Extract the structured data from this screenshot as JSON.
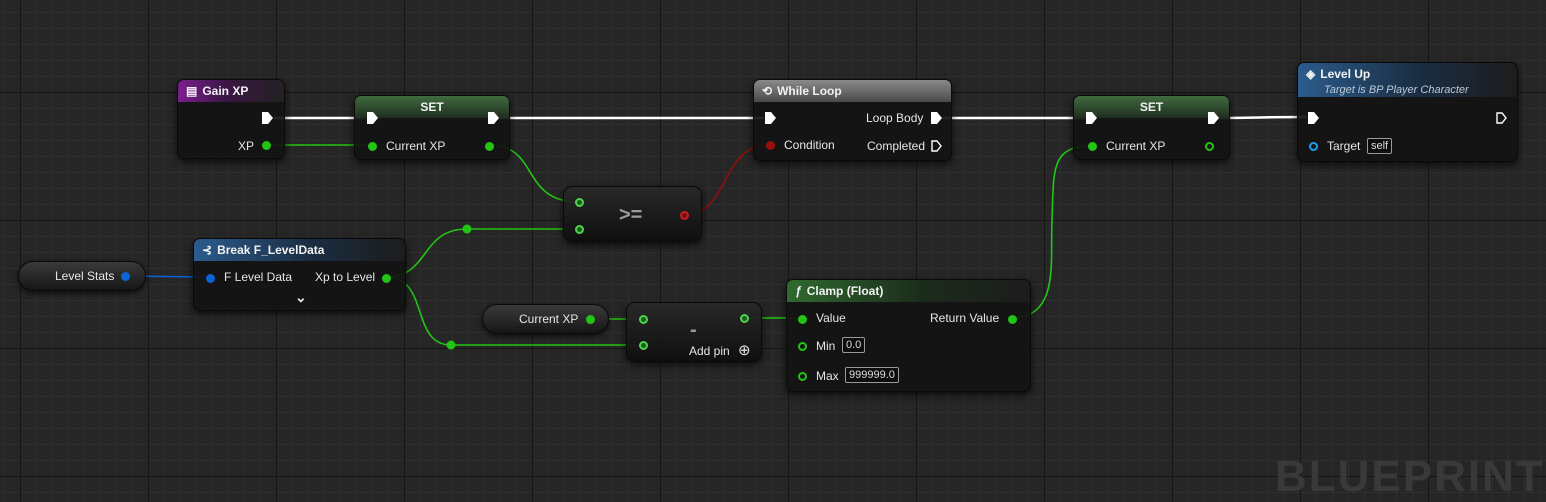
{
  "colors": {
    "exec": "#ffffff",
    "float": "#22c415",
    "struct": "#0b63d6",
    "bool": "#8d1010",
    "object": "#1ea0f0"
  },
  "nodes": {
    "gain_xp": {
      "title": "Gain XP",
      "icon": "event-icon",
      "pin_xp": "XP"
    },
    "set1": {
      "title": "SET",
      "pin_current_xp": "Current XP"
    },
    "while_loop": {
      "title": "While Loop",
      "icon": "loop-icon",
      "pin_condition": "Condition",
      "pin_loop_body": "Loop Body",
      "pin_completed": "Completed"
    },
    "set2": {
      "title": "SET",
      "pin_current_xp": "Current XP"
    },
    "level_up": {
      "title": "Level Up",
      "subtitle": "Target is BP Player Character",
      "pin_target": "Target",
      "target_value": "self"
    },
    "compare": {
      "op": ">="
    },
    "level_stats": {
      "label": "Level Stats"
    },
    "break": {
      "title": "Break F_LevelData",
      "pin_in": "F Level Data",
      "pin_out": "Xp to Level",
      "expand_glyph": "⌄"
    },
    "current_xp_var": {
      "label": "Current XP"
    },
    "subtract": {
      "op": "-",
      "add_pin": "Add pin"
    },
    "clamp": {
      "title": "Clamp (Float)",
      "icon": "function-icon",
      "pin_value": "Value",
      "pin_min": "Min",
      "min_value": "0.0",
      "pin_max": "Max",
      "max_value": "999999.0",
      "pin_return": "Return Value"
    }
  },
  "watermark": "BLUEPRINT"
}
